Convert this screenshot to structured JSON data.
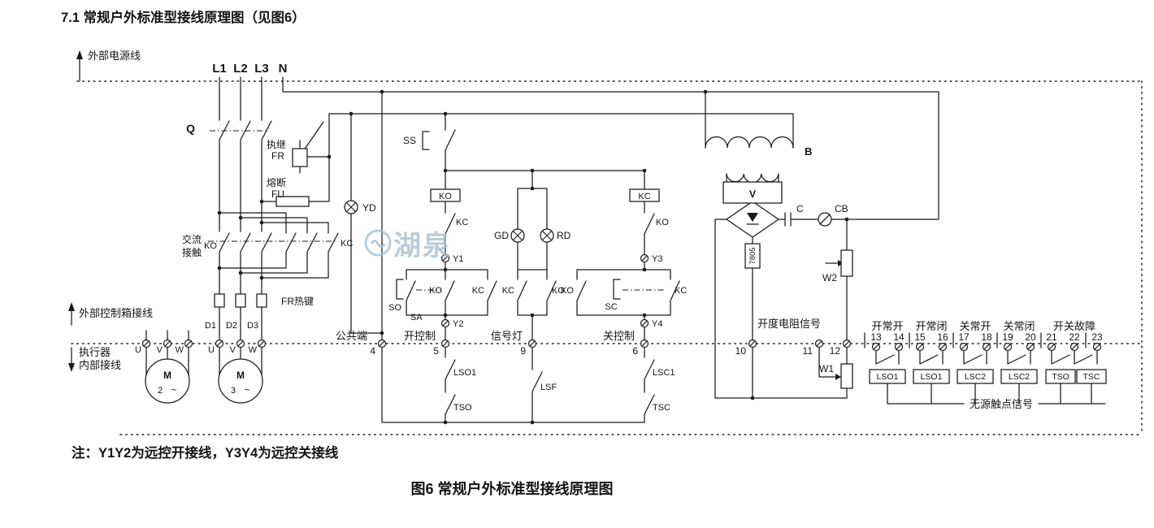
{
  "title": "7.1 常规户外标准型接线原理图（见图6）",
  "note": "注：Y1Y2为远控开接线，Y3Y4为远控关接线",
  "caption": "图6 常规户外标准型接线原理图",
  "watermark": "湖泉",
  "power": {
    "ext_line": "外部电源线",
    "l1": "L1",
    "l2": "L2",
    "l3": "L3",
    "n": "N",
    "q": "Q",
    "relay_cn": "执继",
    "relay": "FR",
    "fuse_cn": "熔断",
    "fuse": "FU",
    "ac1": "交流",
    "ac2": "接触",
    "ko": "KO",
    "kc": "KC",
    "thermal": "FR热键",
    "d1": "D1",
    "d2": "D2",
    "d3": "D3",
    "u": "U",
    "v": "V",
    "w": "W",
    "m": "M",
    "m2": "2",
    "m3": "3",
    "tilde": "~"
  },
  "boundary": {
    "ext_box": "外部控制箱接线",
    "act1": "执行器",
    "act2": "内部接线"
  },
  "ctrl": {
    "yd": "YD",
    "ss": "SS",
    "ko_coil": "KO",
    "kc_nc": "KC",
    "y1": "Y1",
    "y2": "Y2",
    "so": "SO",
    "sa": "SA",
    "ko_a": "KO",
    "kc_a": "KC",
    "gd": "GD",
    "rd": "RD",
    "kc_b": "KC",
    "ko_b": "KO",
    "kc_coil": "KC",
    "ko_nc": "KO",
    "y3": "Y3",
    "y4": "Y4",
    "ko_c": "KO",
    "sc": "SC",
    "kc_c": "KC",
    "common": "公共端",
    "t4": "4",
    "open": "开控制",
    "t5": "5",
    "sig": "信号灯",
    "t9": "9",
    "close": "关控制",
    "t6": "6",
    "lso1": "LSO1",
    "tso": "TSO",
    "lsf": "LSF",
    "lsc1": "LSC1",
    "tsc": "TSC"
  },
  "fb": {
    "b": "B",
    "v": "V",
    "c": "C",
    "cb": "CB",
    "reg": "7805",
    "w2": "W2",
    "w1": "W1",
    "res": "开度电阻信号",
    "t10": "10",
    "t11": "11",
    "t12": "12",
    "groups": [
      "开常开",
      "开常闭",
      "关常开",
      "关常闭",
      "开关故障"
    ],
    "terms": [
      "13",
      "14",
      "15",
      "16",
      "17",
      "18",
      "19",
      "20",
      "21",
      "22",
      "23"
    ],
    "boxes": [
      "LSO1",
      "LSO1",
      "LSC2",
      "LSC2",
      "TSO",
      "TSC"
    ],
    "passive": "无源触点信号"
  }
}
